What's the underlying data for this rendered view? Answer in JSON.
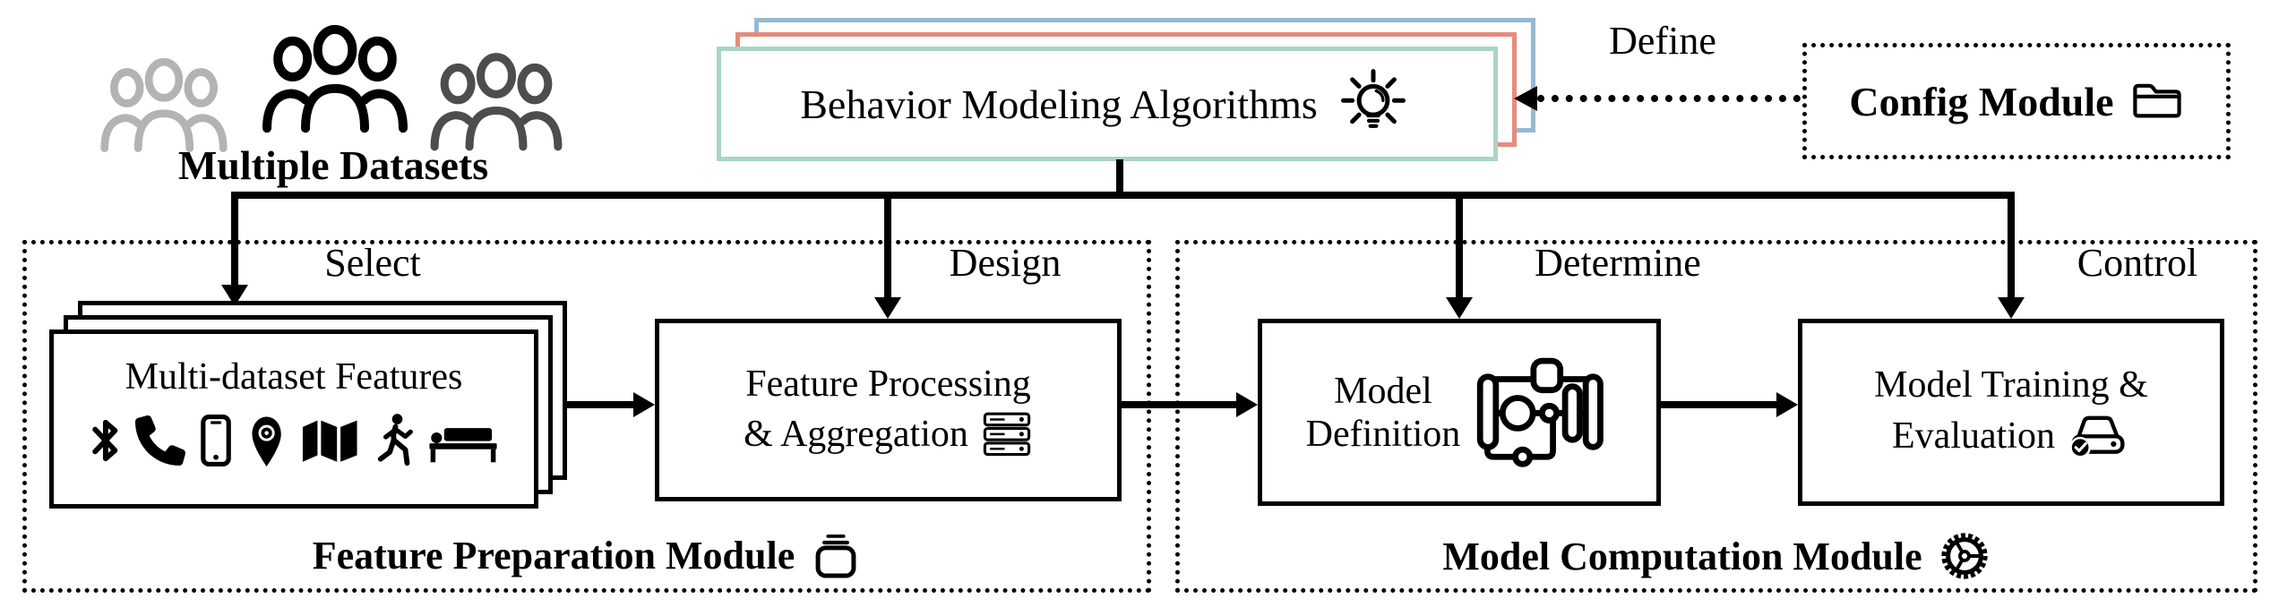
{
  "datasets_area": {
    "title": "Multiple Datasets"
  },
  "behavior_card": {
    "label": "Behavior Modeling Algorithms"
  },
  "config": {
    "label": "Config Module",
    "define_label": "Define"
  },
  "flow_labels": {
    "select": "Select",
    "design": "Design",
    "determine": "Determine",
    "control": "Control"
  },
  "feature_module": {
    "title": "Feature Preparation Module",
    "datasets_card": {
      "label": "Multi-dataset Features"
    },
    "processing_card": {
      "line1": "Feature Processing",
      "line2": "& Aggregation"
    }
  },
  "model_module": {
    "title": "Model Computation Module",
    "definition_card": {
      "line1": "Model",
      "line2": "Definition"
    },
    "training_card": {
      "line1": "Model Training &",
      "line2": "Evaluation"
    }
  },
  "icons": {
    "datasets": [
      "users-group-icon-light",
      "users-group-icon-black",
      "users-group-icon-dark"
    ],
    "behavior": "lightbulb-icon",
    "config": "folder-icon",
    "features": [
      "bluetooth-icon",
      "phone-icon",
      "smartphone-icon",
      "location-pin-icon",
      "map-icon",
      "walking-person-icon",
      "bed-icon"
    ],
    "processing": "server-stack-icon",
    "definition": "model-graph-icon",
    "training": "drive-check-icon",
    "feature_module": "storage-box-icon",
    "model_module": "gear-icon"
  },
  "colors": {
    "card_front_border": "#a9d4c7",
    "card_mid_border": "#e78b7c",
    "card_back_border": "#96b8d2",
    "people_light": "#b3b3b3",
    "people_dark": "#4d4d4d",
    "ink": "#000000"
  }
}
